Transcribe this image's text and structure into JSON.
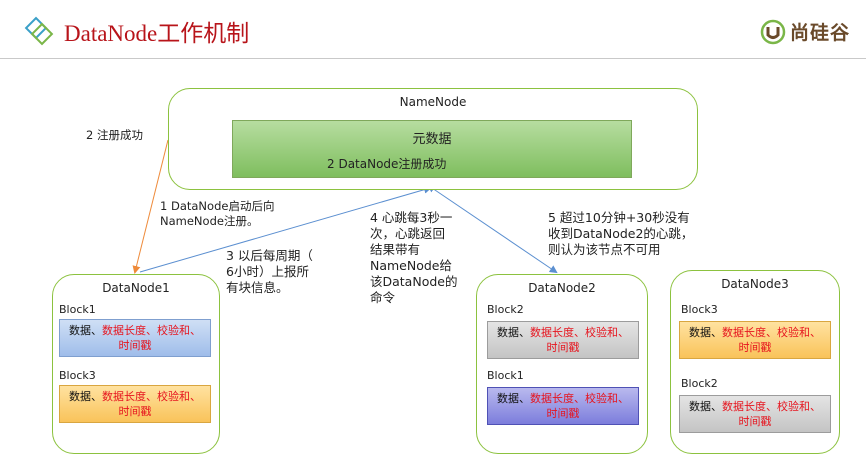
{
  "header": {
    "title_latin": "DataNode",
    "title_cn": "工作机制",
    "brand": "尚硅谷"
  },
  "colors": {
    "accent_red": "#b8141a",
    "node_border": "#8cc23f",
    "highlight_text": "#e6141e"
  },
  "namenode": {
    "label": "NameNode",
    "metadata": {
      "title": "元数据",
      "subtitle": "2 DataNode注册成功"
    }
  },
  "datanodes": [
    {
      "label": "DataNode1",
      "blocks": [
        {
          "name": "Block1",
          "line1_black": "数据、",
          "line1_red": "数据长度、校验和、",
          "line2_red": "时间戳"
        },
        {
          "name": "Block3",
          "line1_black": "数据、",
          "line1_red": "数据长度、校验和、",
          "line2_red": "时间戳"
        }
      ]
    },
    {
      "label": "DataNode2",
      "blocks": [
        {
          "name": "Block2",
          "line1_black": "数据、",
          "line1_red": "数据长度、校验和、",
          "line2_red": "时间戳"
        },
        {
          "name": "Block1",
          "line1_black": "数据、",
          "line1_red": "数据长度、校验和、",
          "line2_red": "时间戳"
        }
      ]
    },
    {
      "label": "DataNode3",
      "blocks": [
        {
          "name": "Block3",
          "line1_black": "数据、",
          "line1_red": "数据长度、校验和、",
          "line2_red": "时间戳"
        },
        {
          "name": "Block2",
          "line1_black": "数据、",
          "line1_red": "数据长度、校验和、",
          "line2_red": "时间戳"
        }
      ]
    }
  ],
  "notes": {
    "register_success": "2 注册成功",
    "startup": [
      "1 DataNode启动后向",
      "NameNode注册。"
    ],
    "periodic_report": [
      "3 以后每周期（",
      "6小时）上报所",
      "有块信息。"
    ],
    "heartbeat": [
      "4 心跳每3秒一",
      "次，心跳返回",
      "结果带有",
      "NameNode给",
      "该DataNode的",
      "命令"
    ],
    "timeout": [
      "5 超过10分钟+30秒没有",
      "收到DataNode2的心跳，",
      "则认为该节点不可用"
    ]
  },
  "icons": {
    "title_logo": "diamond-logo-icon",
    "brand_logo": "shangguigu-logo-icon"
  }
}
